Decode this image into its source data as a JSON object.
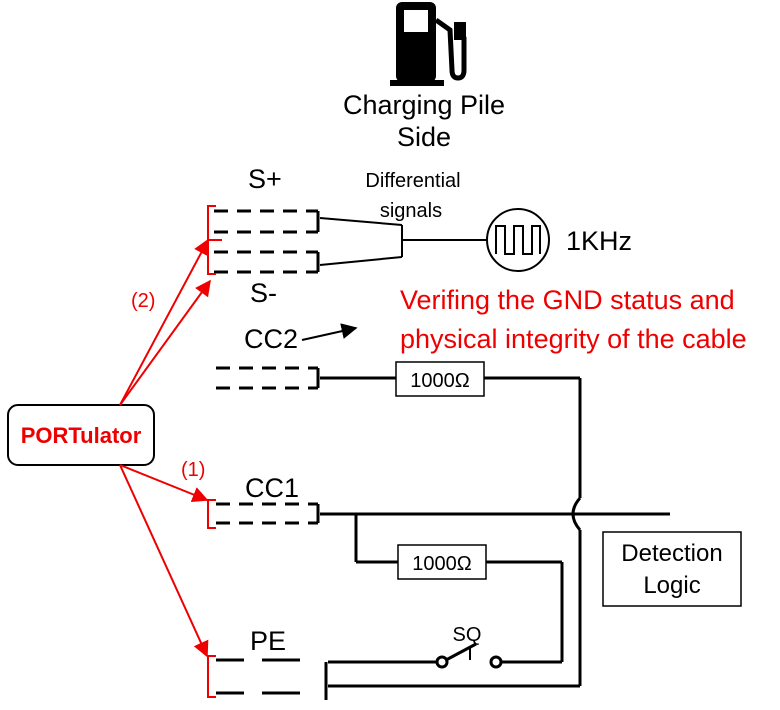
{
  "station": {
    "title_line1": "Charging Pile",
    "title_line2": "Side",
    "icon": "fuel-pump-icon"
  },
  "signals": {
    "s_plus": "S+",
    "s_minus": "S-",
    "differential_line1": "Differential",
    "differential_line2": "signals",
    "frequency": "1KHz"
  },
  "pins": {
    "cc2": "CC2",
    "cc1": "CC1",
    "pe": "PE"
  },
  "components": {
    "resistor_cc2": "1000Ω",
    "resistor_cc1": "1000Ω",
    "switch": "SQ",
    "detection_line1": "Detection",
    "detection_line2": "Logic"
  },
  "tool": {
    "name": "PORTulator",
    "step1": "(1)",
    "step2": "(2)"
  },
  "annotation": {
    "line1": "Verifing the GND status and",
    "line2": "physical integrity of the cable"
  },
  "colors": {
    "red": "#ee0000",
    "black": "#000000"
  }
}
